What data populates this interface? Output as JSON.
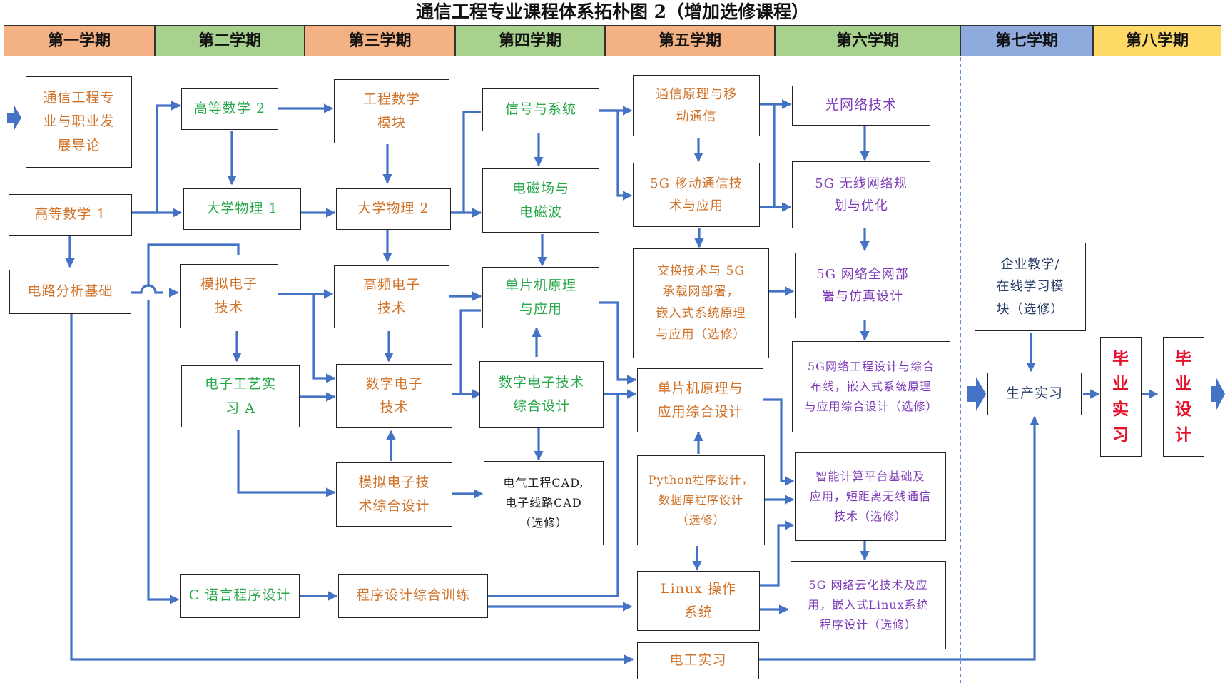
{
  "title": "通信工程专业课程体系拓朴图 2（增加选修课程）",
  "semesters": [
    {
      "label": "第一学期",
      "color": "#f4b183"
    },
    {
      "label": "第二学期",
      "color": "#a9d18e"
    },
    {
      "label": "第三学期",
      "color": "#f4b183"
    },
    {
      "label": "第四学期",
      "color": "#a9d18e"
    },
    {
      "label": "第五学期",
      "color": "#f4b183"
    },
    {
      "label": "第六学期",
      "color": "#a9d18e"
    },
    {
      "label": "第七学期",
      "color": "#8faadc"
    },
    {
      "label": "第八学期",
      "color": "#ffd966"
    }
  ],
  "colors": {
    "arrow": "#4472c4",
    "orange_text": "#d0732a",
    "green_text": "#27a84a",
    "purple_text": "#7d3bb8",
    "red_text": "#e8112d",
    "divider": "#4472c4"
  },
  "courses": {
    "intro": "通信工程专\n业与职业发\n展导论",
    "math1": "高等数学 1",
    "circuit": "电路分析基础",
    "math2": "高等数学 2",
    "phys1": "大学物理 1",
    "analog": "模拟电子\n技术",
    "craft": "电子工艺实\n习 A",
    "clang": "C 语言程序设计",
    "engmath": "工程数学\n模块",
    "phys2": "大学物理 2",
    "hf": "高频电子\n技术",
    "digital": "数字电子\n技术",
    "analog_design": "模拟电子技\n术综合设计",
    "prog_training": "程序设计综合训练",
    "signals": "信号与系统",
    "emfield": "电磁场与\n电磁波",
    "mcu": "单片机原理\n与应用",
    "digital_design": "数字电子技术\n综合设计",
    "cad": "电气工程CAD,\n电子线路CAD\n（选修）",
    "comm": "通信原理与移\n动通信",
    "g5mobile": "5G 移动通信技\n术与应用",
    "switching": "交换技术与 5G\n承载网部署，\n嵌入式系统原理\n与应用（选修）",
    "mcu_design": "单片机原理与\n应用综合设计",
    "python": "Python程序设计，\n数据库程序设计\n（选修）",
    "linux": "Linux 操作\n系统",
    "etraining": "电工实习",
    "optical": "光网络技术",
    "wireless": "5G 无线网络规\n划与优化",
    "deploy": "5G 网络全网部\n署与仿真设计",
    "cabling": "5G网络工程设计与综合\n布线，嵌入式系统原理\n与应用综合设计（选修）",
    "ai": "智能计算平台基础及\n应用，短距离无线通信\n技术（选修）",
    "cloud": "5G 网络云化技术及应\n用，嵌入式Linux系统\n程序设计（选修）",
    "enterprise": "企业教学/\n在线学习模\n块（选修）",
    "production": "生产实习",
    "graduation_intern": "毕\n业\n实\n习",
    "graduation_design": "毕\n业\n设\n计"
  }
}
